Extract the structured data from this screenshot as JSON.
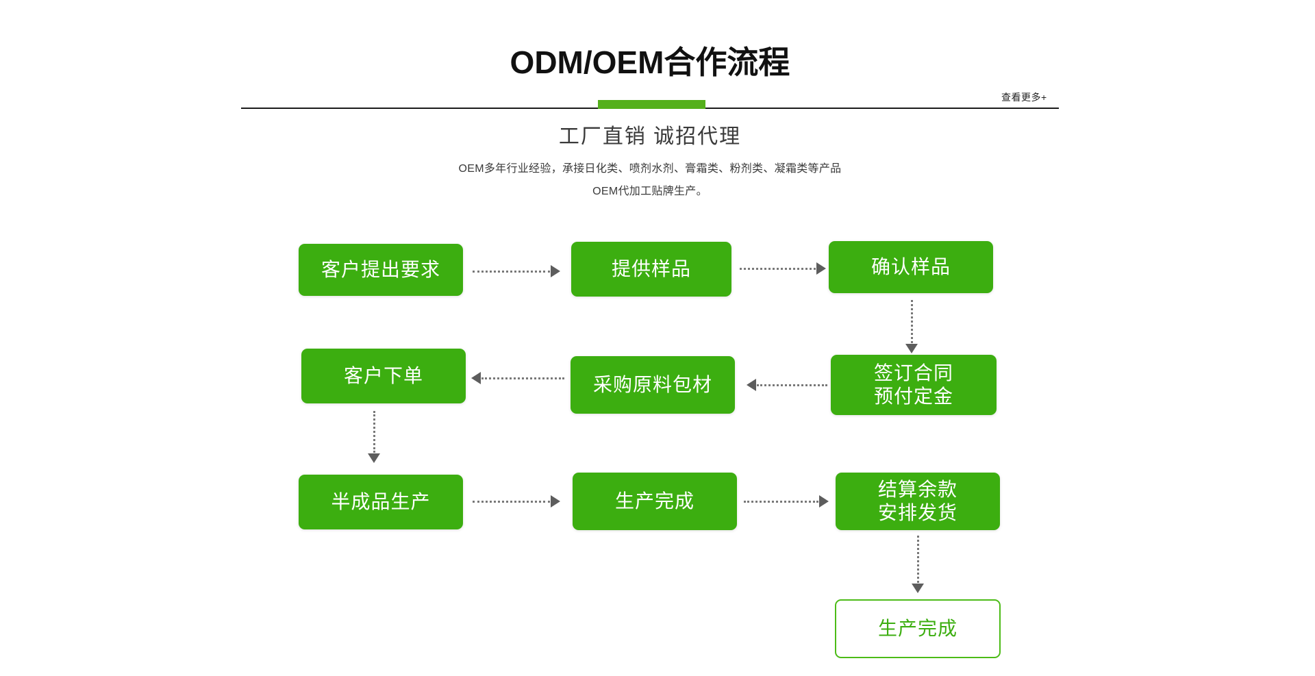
{
  "header": {
    "title": "ODM/OEM合作流程",
    "view_more": "查看更多+",
    "accent_color": "#54b01b",
    "rule_color": "#1a1a1a"
  },
  "intro": {
    "subtitle": "工厂直销 诚招代理",
    "description": "OEM多年行业经验，承接日化类、喷剂水剂、膏霜类、粉剂类、凝霜类等产品OEM代加工贴牌生产。"
  },
  "flow": {
    "fill_color": "#3cae10",
    "outline_color": "#4cbb17",
    "connector_color": "#787878",
    "arrowhead_color": "#5d5d5d",
    "nodes": [
      {
        "id": "step-1",
        "label": "客户提出要求"
      },
      {
        "id": "step-2",
        "label": "提供样品"
      },
      {
        "id": "step-3",
        "label": "确认样品"
      },
      {
        "id": "step-4",
        "label": "签订合同\n预付定金"
      },
      {
        "id": "step-5",
        "label": "采购原料包材"
      },
      {
        "id": "step-6",
        "label": "客户下单"
      },
      {
        "id": "step-7",
        "label": "半成品生产"
      },
      {
        "id": "step-8",
        "label": "生产完成"
      },
      {
        "id": "step-9",
        "label": "结算余款\n安排发货"
      },
      {
        "id": "step-10",
        "label": "生产完成"
      }
    ]
  }
}
